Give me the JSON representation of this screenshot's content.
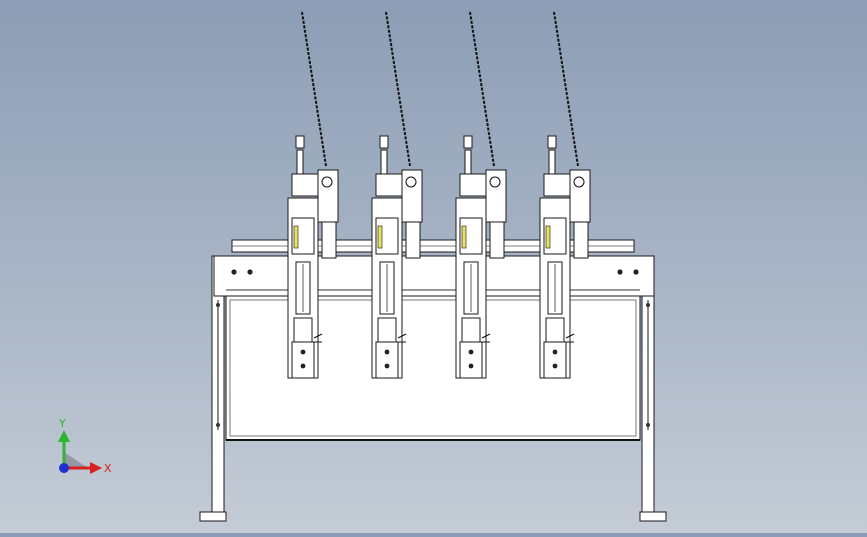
{
  "viewport": {
    "colors": {
      "background_top": "#8c9db5",
      "background_bottom": "#c4ccd6",
      "part_fill": "#ffffff",
      "part_edge": "#1a1a1a",
      "cable": "#111111",
      "accent_yellow": "#e8e060"
    },
    "machine": {
      "heads": 4
    },
    "triad": {
      "y_label": "Y",
      "x_label": "X",
      "y_color": "#2fb52f",
      "x_color": "#d92020",
      "z_color": "#2030d0"
    }
  }
}
